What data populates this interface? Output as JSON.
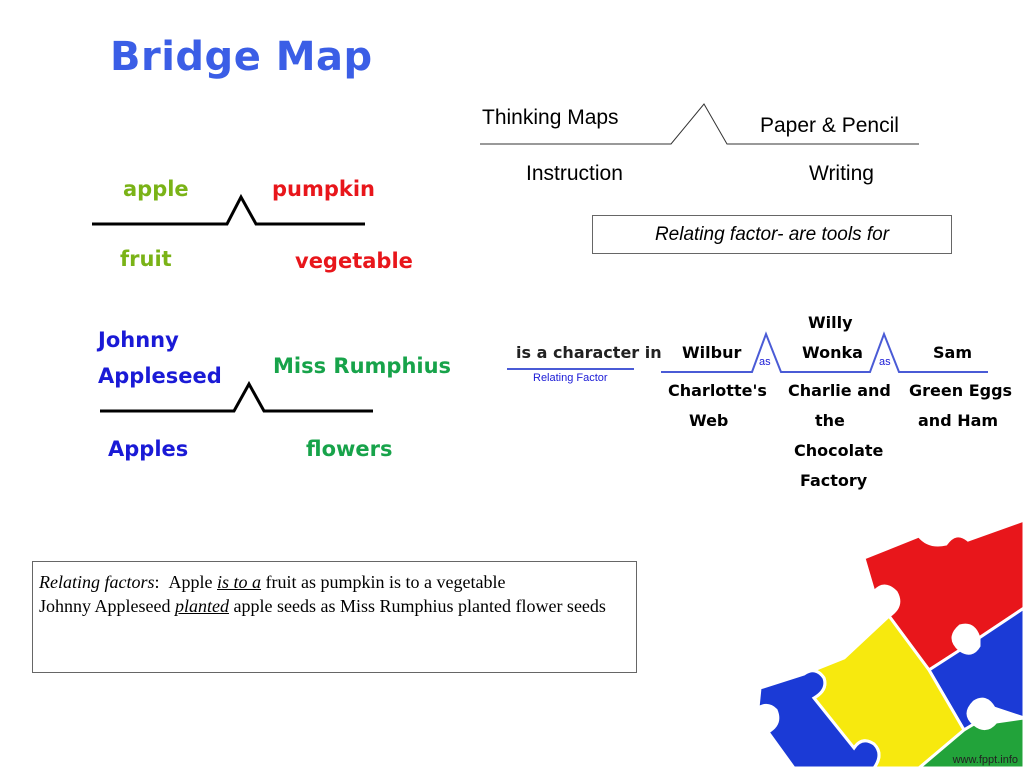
{
  "title": "Bridge Map",
  "example1": {
    "top_left": "apple",
    "top_right": "pumpkin",
    "bottom_left": "fruit",
    "bottom_right": "vegetable"
  },
  "example2": {
    "top_left_line1": "Johnny",
    "top_left_line2": "Appleseed",
    "top_right": "Miss Rumphius",
    "bottom_left": "Apples",
    "bottom_right": "flowers"
  },
  "example3": {
    "top_left": "Thinking Maps",
    "top_right": "Paper & Pencil",
    "bottom_left": "Instruction",
    "bottom_right": "Writing",
    "relating_factor": "Relating factor- are tools for"
  },
  "example4": {
    "relating_text": "is a character in",
    "relating_label": "Relating Factor",
    "as_label": "as",
    "pairs": [
      {
        "top": "Wilbur",
        "bottom_line1": "Charlotte's",
        "bottom_line2": "Web"
      },
      {
        "top_line1": "Willy",
        "top_line2": "Wonka",
        "bottom_line1": "Charlie and",
        "bottom_line2": "the",
        "bottom_line3": "Chocolate",
        "bottom_line4": "Factory"
      },
      {
        "top": "Sam",
        "bottom_line1": "Green Eggs",
        "bottom_line2": "and Ham"
      }
    ]
  },
  "caption": {
    "line1_label": "Relating factors",
    "line1_colon": ":",
    "line1_a": "Apple ",
    "line1_em": "is to a",
    "line1_b": " fruit as pumpkin is to a vegetable",
    "line2_a": "Johnny Appleseed ",
    "line2_em": "planted",
    "line2_b": " apple seeds as Miss Rumphius planted flower seeds"
  },
  "footer": "www.fppt.info",
  "colors": {
    "title": "#3b5ee6",
    "green": "#7ab317",
    "red": "#e8161b",
    "blue": "#1a1ad6",
    "green2": "#17a34a",
    "puzzle_red": "#e8161b",
    "puzzle_blue": "#1b3ad6",
    "puzzle_yellow": "#f7e90e",
    "puzzle_green": "#22a33a"
  }
}
